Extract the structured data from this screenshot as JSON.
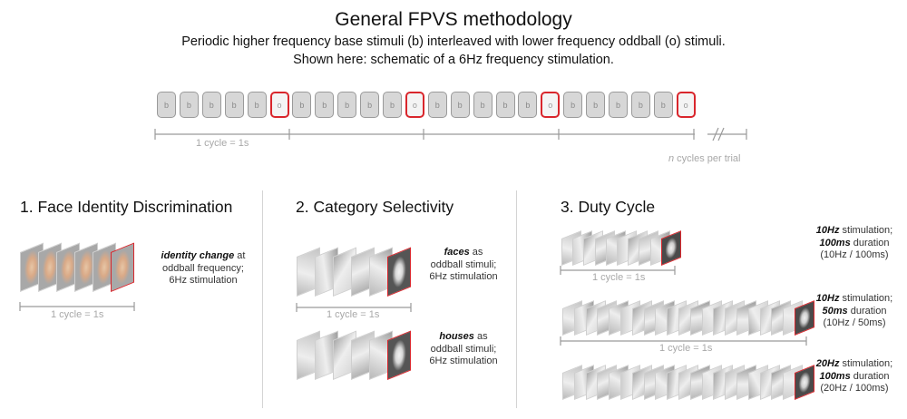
{
  "header": {
    "title": "General FPVS methodology",
    "subtitle_line1": "Periodic higher frequency base stimuli (b) interleaved with lower frequency oddball (o) stimuli.",
    "subtitle_line2": "Shown here: schematic of a 6Hz frequency stimulation."
  },
  "sequence": {
    "base_letter": "b",
    "oddball_letter": "o",
    "items": [
      "b",
      "b",
      "b",
      "b",
      "b",
      "o",
      "b",
      "b",
      "b",
      "b",
      "b",
      "o",
      "b",
      "b",
      "b",
      "b",
      "b",
      "o",
      "b",
      "b",
      "b",
      "b",
      "b",
      "o"
    ],
    "cycle_label": "1 cycle = 1s",
    "n_label": "n",
    "n_suffix": " cycles per trial"
  },
  "panel1": {
    "title": "1. Face Identity Discrimination",
    "desc_bold_italic": "identity change",
    "desc_rest1": " at",
    "desc_line2": "oddball frequency;",
    "desc_line3": "6Hz stimulation",
    "cycle_label": "1 cycle = 1s"
  },
  "panel2": {
    "title": "2. Category Selectivity",
    "faces_bold": "faces",
    "faces_rest": " as",
    "faces_line2": "oddball stimuli;",
    "faces_line3": "6Hz stimulation",
    "houses_bold": "houses",
    "houses_rest": " as",
    "houses_line2": "oddball stimuli;",
    "houses_line3": "6Hz stimulation",
    "cycle_label": "1 cycle = 1s"
  },
  "panel3": {
    "title": "3. Duty Cycle",
    "row1": {
      "freq": "10Hz",
      "rest1": " stimulation;",
      "dur": "100ms",
      "rest2": " duration",
      "line3": "(10Hz / 100ms)"
    },
    "row2": {
      "freq": "10Hz",
      "rest1": " stimulation;",
      "dur": "50ms",
      "rest2": " duration",
      "line3": "(10Hz / 50ms)"
    },
    "row3": {
      "freq": "20Hz",
      "rest1": " stimulation;",
      "dur": "100ms",
      "rest2": " duration",
      "line3": "(20Hz / 100ms)"
    },
    "cycle_label_1": "1 cycle = 1s",
    "cycle_label_2": "1 cycle = 1s"
  },
  "colors": {
    "oddball_border": "#d9262c",
    "base_fill": "#d7d7d7",
    "axis": "#9a9a9a",
    "muted_text": "#a8a8a8"
  }
}
